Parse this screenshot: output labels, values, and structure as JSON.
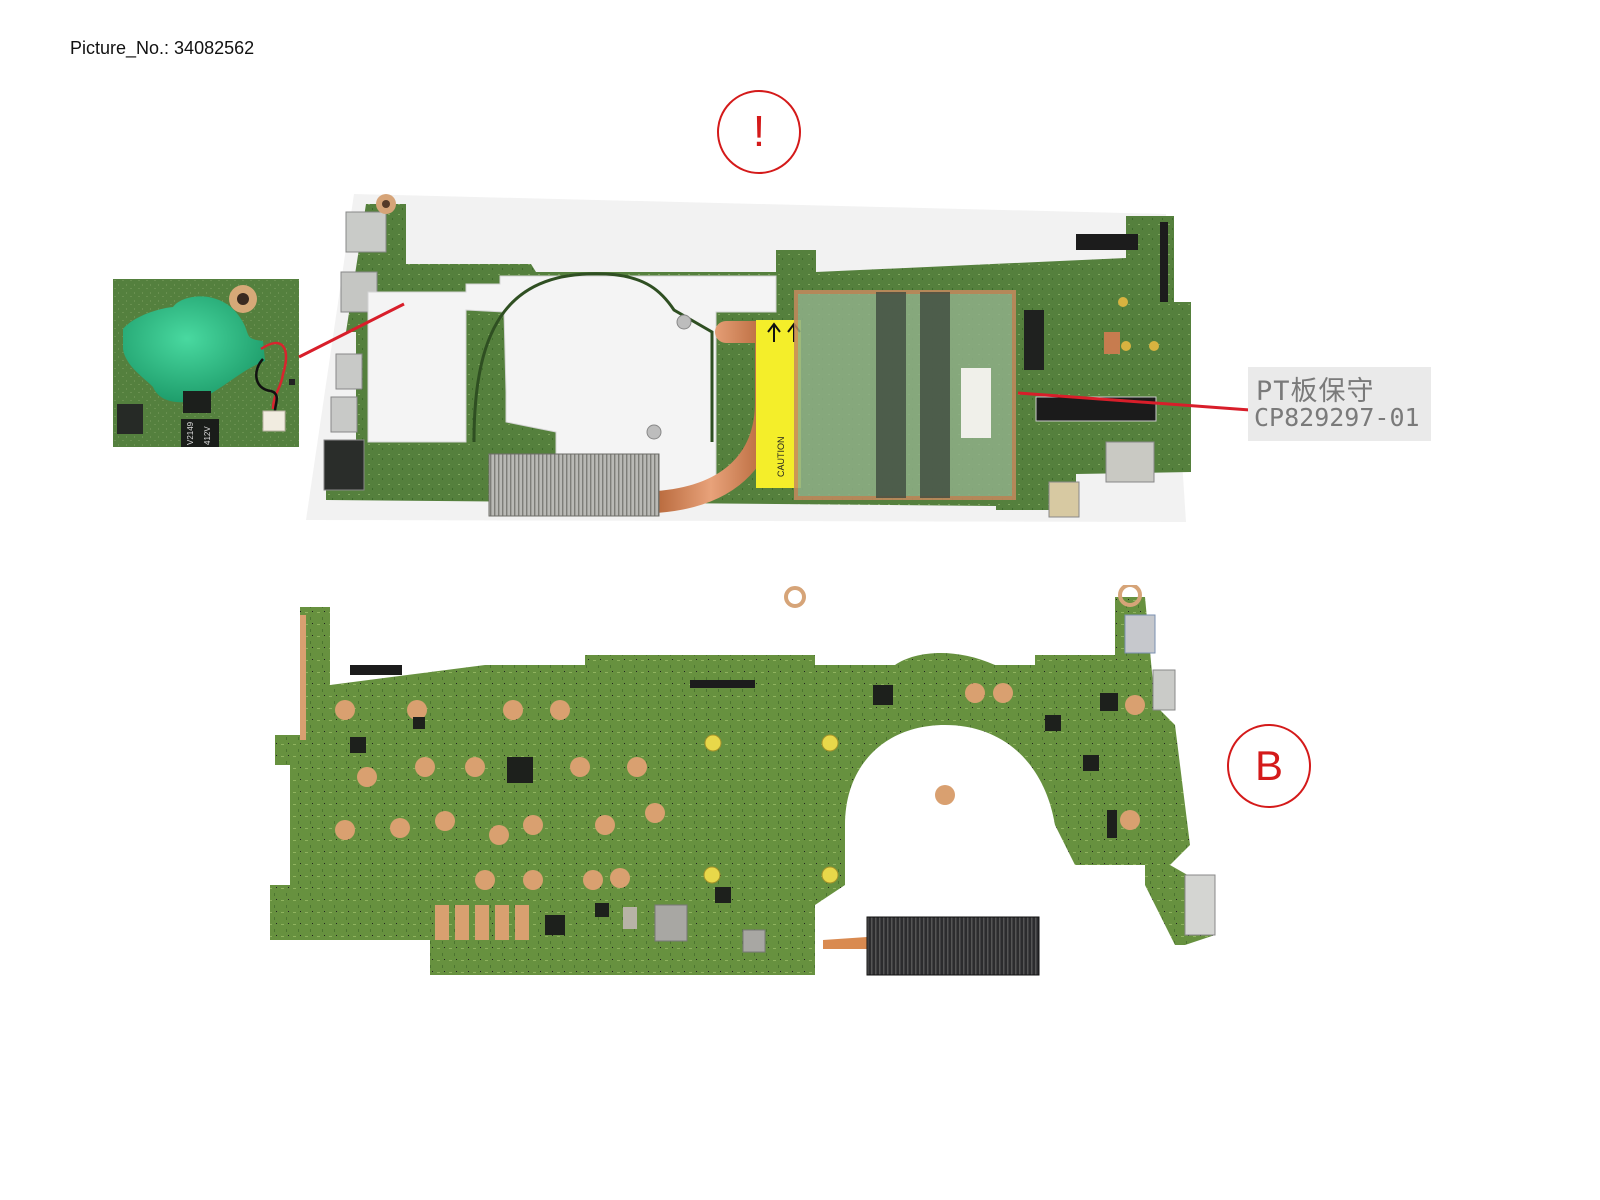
{
  "header": {
    "picture_number": "Picture_No.: 34082562"
  },
  "callouts": {
    "top": {
      "symbol": "!",
      "meaning": "exclamation-callout"
    },
    "bottom": {
      "symbol": "B",
      "meaning": "letter-callout"
    }
  },
  "part_label": {
    "line1": "PT板保守",
    "line2": "CP829297-01"
  },
  "photos": {
    "inset": {
      "description": "CMOS coin cell battery in green shrink wrap with red/black lead and white connector",
      "chip_text_1": "V2149",
      "chip_text_2": "412V"
    },
    "top": {
      "description": "Mainboard top view with heat spreader plate, copper heat pipe, fan fin stack, yellow caution label and dual SO-DIMM slots",
      "caution_label": "CAUTION"
    },
    "bottom": {
      "description": "Mainboard bottom view with green PCB, copper pads and black heatsink fin stack"
    }
  },
  "colors": {
    "callout_red": "#d41a1a",
    "leader_red": "#d81e2a",
    "pcb_green": "#5e8a3e",
    "pad_copper": "#d9a070",
    "label_grey": "#7a7a7a",
    "caution_yellow": "#f4ee2a",
    "battery_green": "#2fbf86"
  }
}
